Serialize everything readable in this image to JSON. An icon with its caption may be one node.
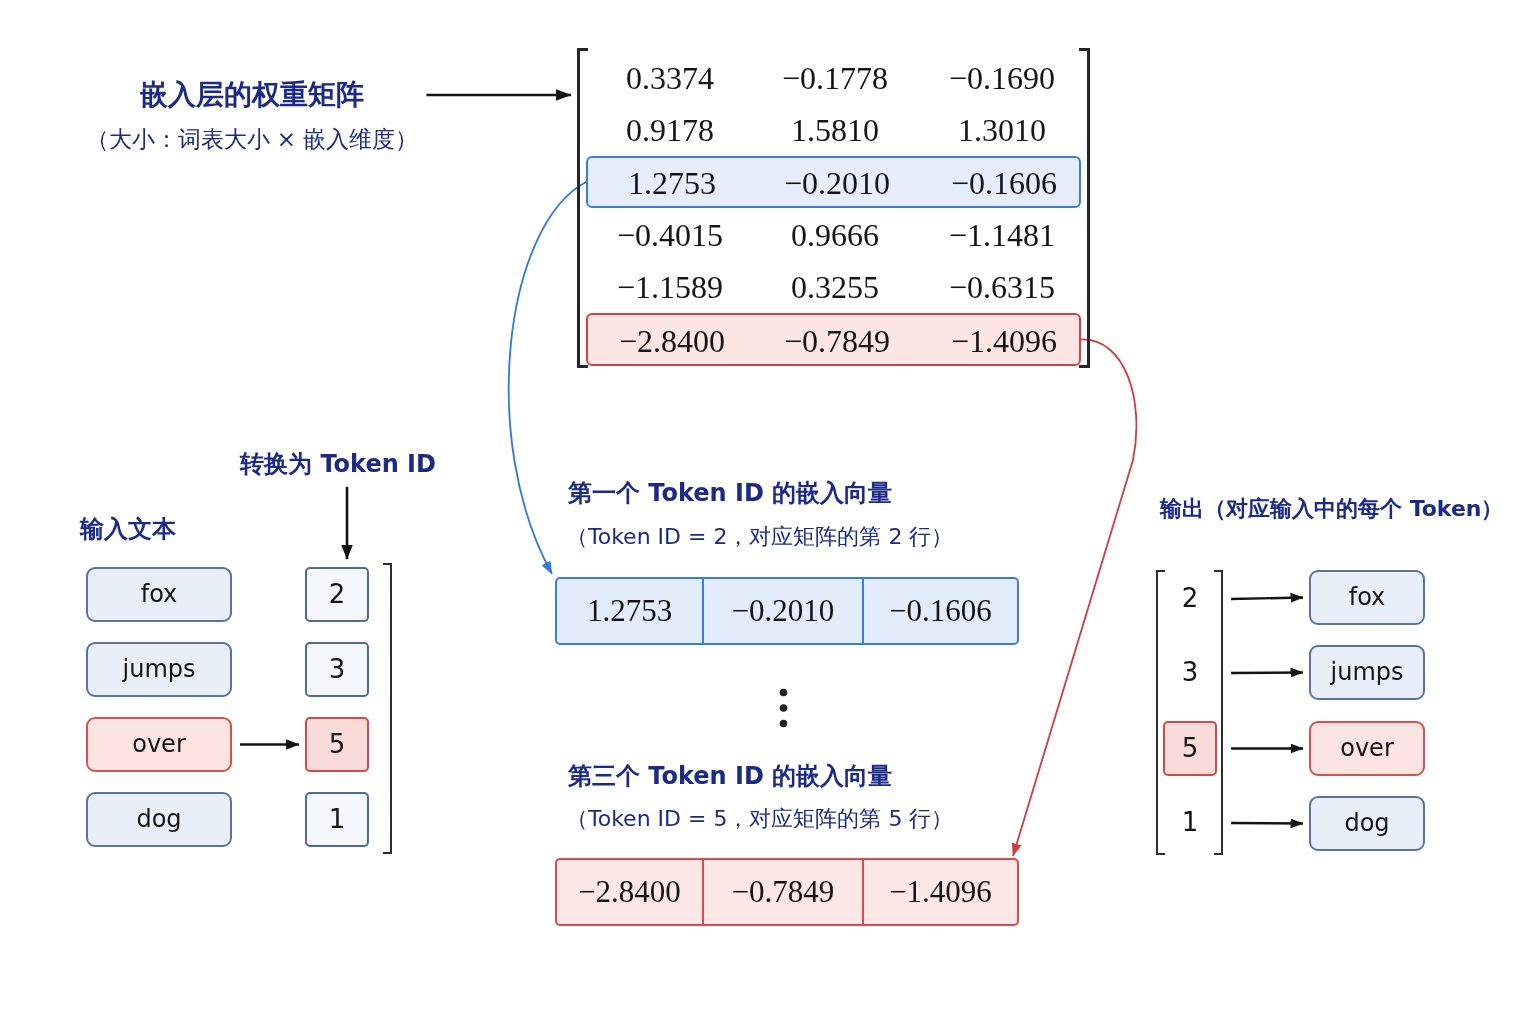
{
  "diagram": {
    "nodes": [
      {
        "text": [
          "嵌入层的权重矩阵",
          "（大小：词表大小 × 嵌入维度）"
        ]
      },
      {
        "text": [
          "0.3374",
          "−0.1778",
          "−0.1690",
          "0.9178",
          "1.5810",
          "1.3010",
          "−0.4015",
          "0.9666",
          "−1.1481",
          "−1.1589",
          "0.3255",
          "−0.6315"
        ]
      },
      {
        "text": [
          "1.2753",
          "−0.2010",
          "−0.1606"
        ],
        "in": 1
      },
      {
        "text": [
          "−2.8400",
          "−0.7849",
          "−1.4096"
        ],
        "in": 1
      },
      {
        "text": [
          "转换为 Token ID"
        ]
      },
      {
        "text": [
          "fox"
        ]
      },
      {
        "text": [
          "jumps"
        ]
      },
      {
        "text": [
          "over"
        ]
      },
      {
        "text": [
          "dog"
        ]
      },
      {
        "text": [],
        "shape": "bracket"
      },
      {
        "text": [
          "2"
        ],
        "in": 9
      },
      {
        "text": [
          "3"
        ],
        "in": 9
      },
      {
        "text": [
          "5"
        ],
        "in": 9
      },
      {
        "text": [
          "1"
        ],
        "in": 9
      },
      {
        "text": [
          "1.2753",
          "−0.2010",
          "−0.1606"
        ],
        "beside": [
          "第一个 Token ID 的嵌入向量",
          "（Token ID = 2，对应矩阵的第 2 行）"
        ]
      },
      {
        "text": [
          "−2.8400",
          "−0.7849",
          "−1.4096"
        ],
        "beside": [
          "第三个 Token ID 的嵌入向量",
          "（Token ID = 5，对应矩阵的第 5 行）"
        ]
      },
      {
        "text": [],
        "shape": "bracket"
      },
      {
        "text": [
          "2"
        ],
        "in": 16
      },
      {
        "text": [
          "3"
        ],
        "in": 16
      },
      {
        "text": [
          "5"
        ],
        "in": 16
      },
      {
        "text": [
          "1"
        ],
        "in": 16
      },
      {
        "text": [
          "fox"
        ]
      },
      {
        "text": [
          "jumps"
        ]
      },
      {
        "text": [
          "over"
        ]
      },
      {
        "text": [
          "dog"
        ]
      }
    ],
    "edges": [
      {
        "from": 0,
        "to": 1,
        "arrow": "to"
      },
      {
        "from": 2,
        "to": 14,
        "arrow": "to",
        "color": "#2f78dc"
      },
      {
        "from": 3,
        "to": 15,
        "arrow": "to",
        "color": "#d23b3b"
      },
      {
        "from": 4,
        "to": 9,
        "arrow": "to"
      },
      {
        "from": 7,
        "to": 12,
        "arrow": "to"
      },
      {
        "from": 17,
        "to": 21,
        "arrow": "to"
      },
      {
        "from": 18,
        "to": 22,
        "arrow": "to"
      },
      {
        "from": 19,
        "to": 23,
        "arrow": "to"
      },
      {
        "from": 20,
        "to": 24,
        "arrow": "to"
      }
    ],
    "labels": [
      "输入文本",
      "输出（对应输入中的每个 Token）"
    ]
  }
}
